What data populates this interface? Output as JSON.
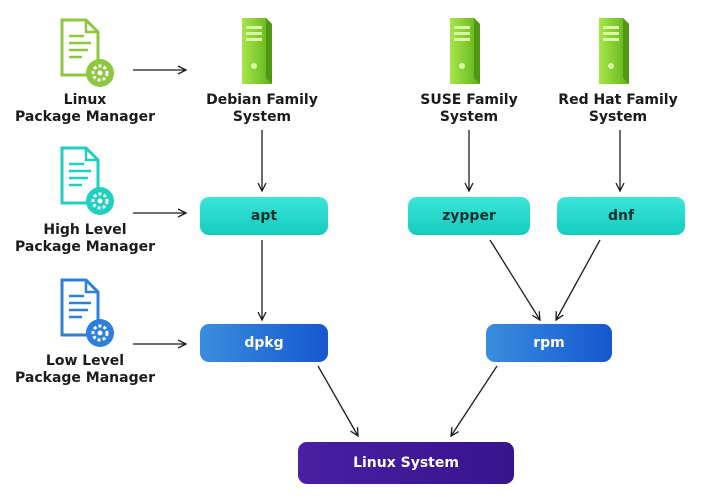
{
  "legend": {
    "linux_pm": [
      "Linux",
      "Package Manager"
    ],
    "high_pm": [
      "High Level",
      "Package Manager"
    ],
    "low_pm": [
      "Low Level",
      "Package Manager"
    ]
  },
  "systems": {
    "debian": [
      "Debian Family",
      "System"
    ],
    "suse": [
      "SUSE Family",
      "System"
    ],
    "redhat": [
      "Red Hat Family",
      "System"
    ]
  },
  "nodes": {
    "apt": "apt",
    "zypper": "zypper",
    "dnf": "dnf",
    "dpkg": "dpkg",
    "rpm": "rpm",
    "linux_system": "Linux System"
  },
  "colors": {
    "server_green": "#7ed321",
    "doc_green": "#8dc63f",
    "doc_teal": "#1fcfc1",
    "doc_blue": "#2e7fd8",
    "node_teal": "#22d6c8",
    "node_blue": "#1d6fd6",
    "node_purple": "#3f1899",
    "arrow": "#1b1b1b"
  },
  "icons": {
    "document": "document-gear-icon",
    "server": "server-tower-icon"
  }
}
